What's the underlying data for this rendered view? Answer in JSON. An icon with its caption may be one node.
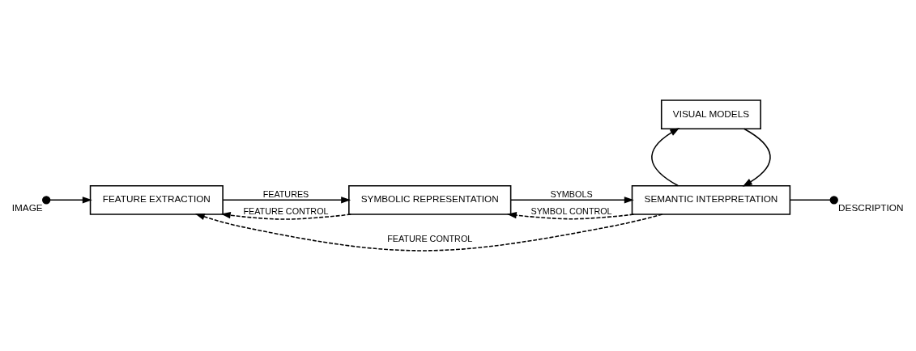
{
  "diagram": {
    "nodes": [
      {
        "text": [],
        "shape": "circle",
        "beside": [
          "IMAGE"
        ]
      },
      {
        "text": [
          "FEATURE EXTRACTION"
        ]
      },
      {
        "text": [
          "SYMBOLIC REPRESENTATION"
        ]
      },
      {
        "text": [
          "VISUAL MODELS"
        ]
      },
      {
        "text": [
          "SEMANTIC INTERPRETATION"
        ]
      },
      {
        "text": [],
        "shape": "circle",
        "beside": [
          "DESCRIPTION"
        ]
      }
    ],
    "edges": [
      {
        "from": 0,
        "to": 1,
        "arrow": "to"
      },
      {
        "from": 1,
        "to": 2,
        "arrow": "to",
        "label": "FEATURES"
      },
      {
        "from": 2,
        "to": 4,
        "arrow": "to",
        "label": "SYMBOLS"
      },
      {
        "from": 3,
        "to": 4,
        "arrow": "to"
      },
      {
        "from": 4,
        "to": 3,
        "arrow": "to"
      },
      {
        "from": 4,
        "to": 5,
        "arrow": "none"
      },
      {
        "from": 2,
        "to": 1,
        "arrow": "to",
        "style": "dashed",
        "label": "FEATURE CONTROL"
      },
      {
        "from": 4,
        "to": 2,
        "arrow": "to",
        "style": "dashed",
        "label": "SYMBOL CONTROL"
      },
      {
        "from": 4,
        "to": 1,
        "arrow": "to",
        "style": "dashed",
        "label": "FEATURE CONTROL"
      }
    ]
  }
}
